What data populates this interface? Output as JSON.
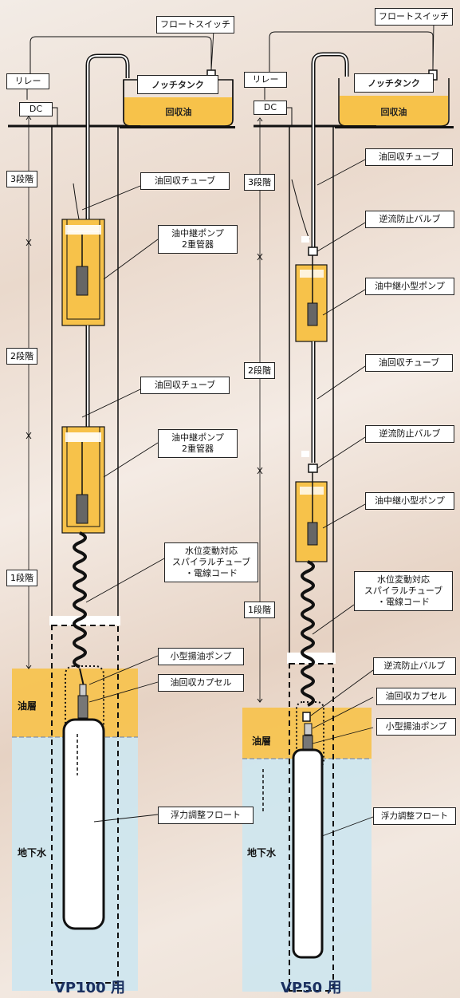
{
  "left": {
    "float_switch": "フロートスイッチ",
    "relay": "リレー",
    "dc": "DC",
    "notch_tank": "ノッチタンク",
    "recovered_oil": "回収油",
    "stage3": "3段階",
    "stage2": "2段階",
    "stage1": "1段階",
    "tube1": "油回収チューブ",
    "pump1": "油中継ポンプ\n2重管器",
    "tube2": "油回収チューブ",
    "pump2": "油中継ポンプ\n2重管器",
    "spiral": "水位変動対応\nスパイラルチューブ\n・電線コード",
    "small_pump": "小型揚油ポンプ",
    "capsule": "油回収カプセル",
    "float": "浮力調整フロート",
    "oil_layer": "油層",
    "groundwater": "地下水",
    "title": "VP100 用"
  },
  "right": {
    "float_switch": "フロートスイッチ",
    "relay": "リレー",
    "dc": "DC",
    "notch_tank": "ノッチタンク",
    "recovered_oil": "回収油",
    "stage3": "3段階",
    "stage2": "2段階",
    "stage1": "1段階",
    "tube1": "油回収チューブ",
    "check_valve1": "逆流防止バルブ",
    "pump1": "油中継小型ポンプ",
    "tube2": "油回収チューブ",
    "check_valve2": "逆流防止バルブ",
    "pump2": "油中継小型ポンプ",
    "spiral": "水位変動対応\nスパイラルチューブ\n・電線コード",
    "check_valve3": "逆流防止バルブ",
    "capsule": "油回収カプセル",
    "small_pump": "小型揚油ポンプ",
    "float": "浮力調整フロート",
    "oil_layer": "油層",
    "groundwater": "地下水",
    "title": "VP50 用"
  },
  "colors": {
    "oil": "#f7c24a",
    "water": "#cfe6ee",
    "line": "#111111"
  }
}
